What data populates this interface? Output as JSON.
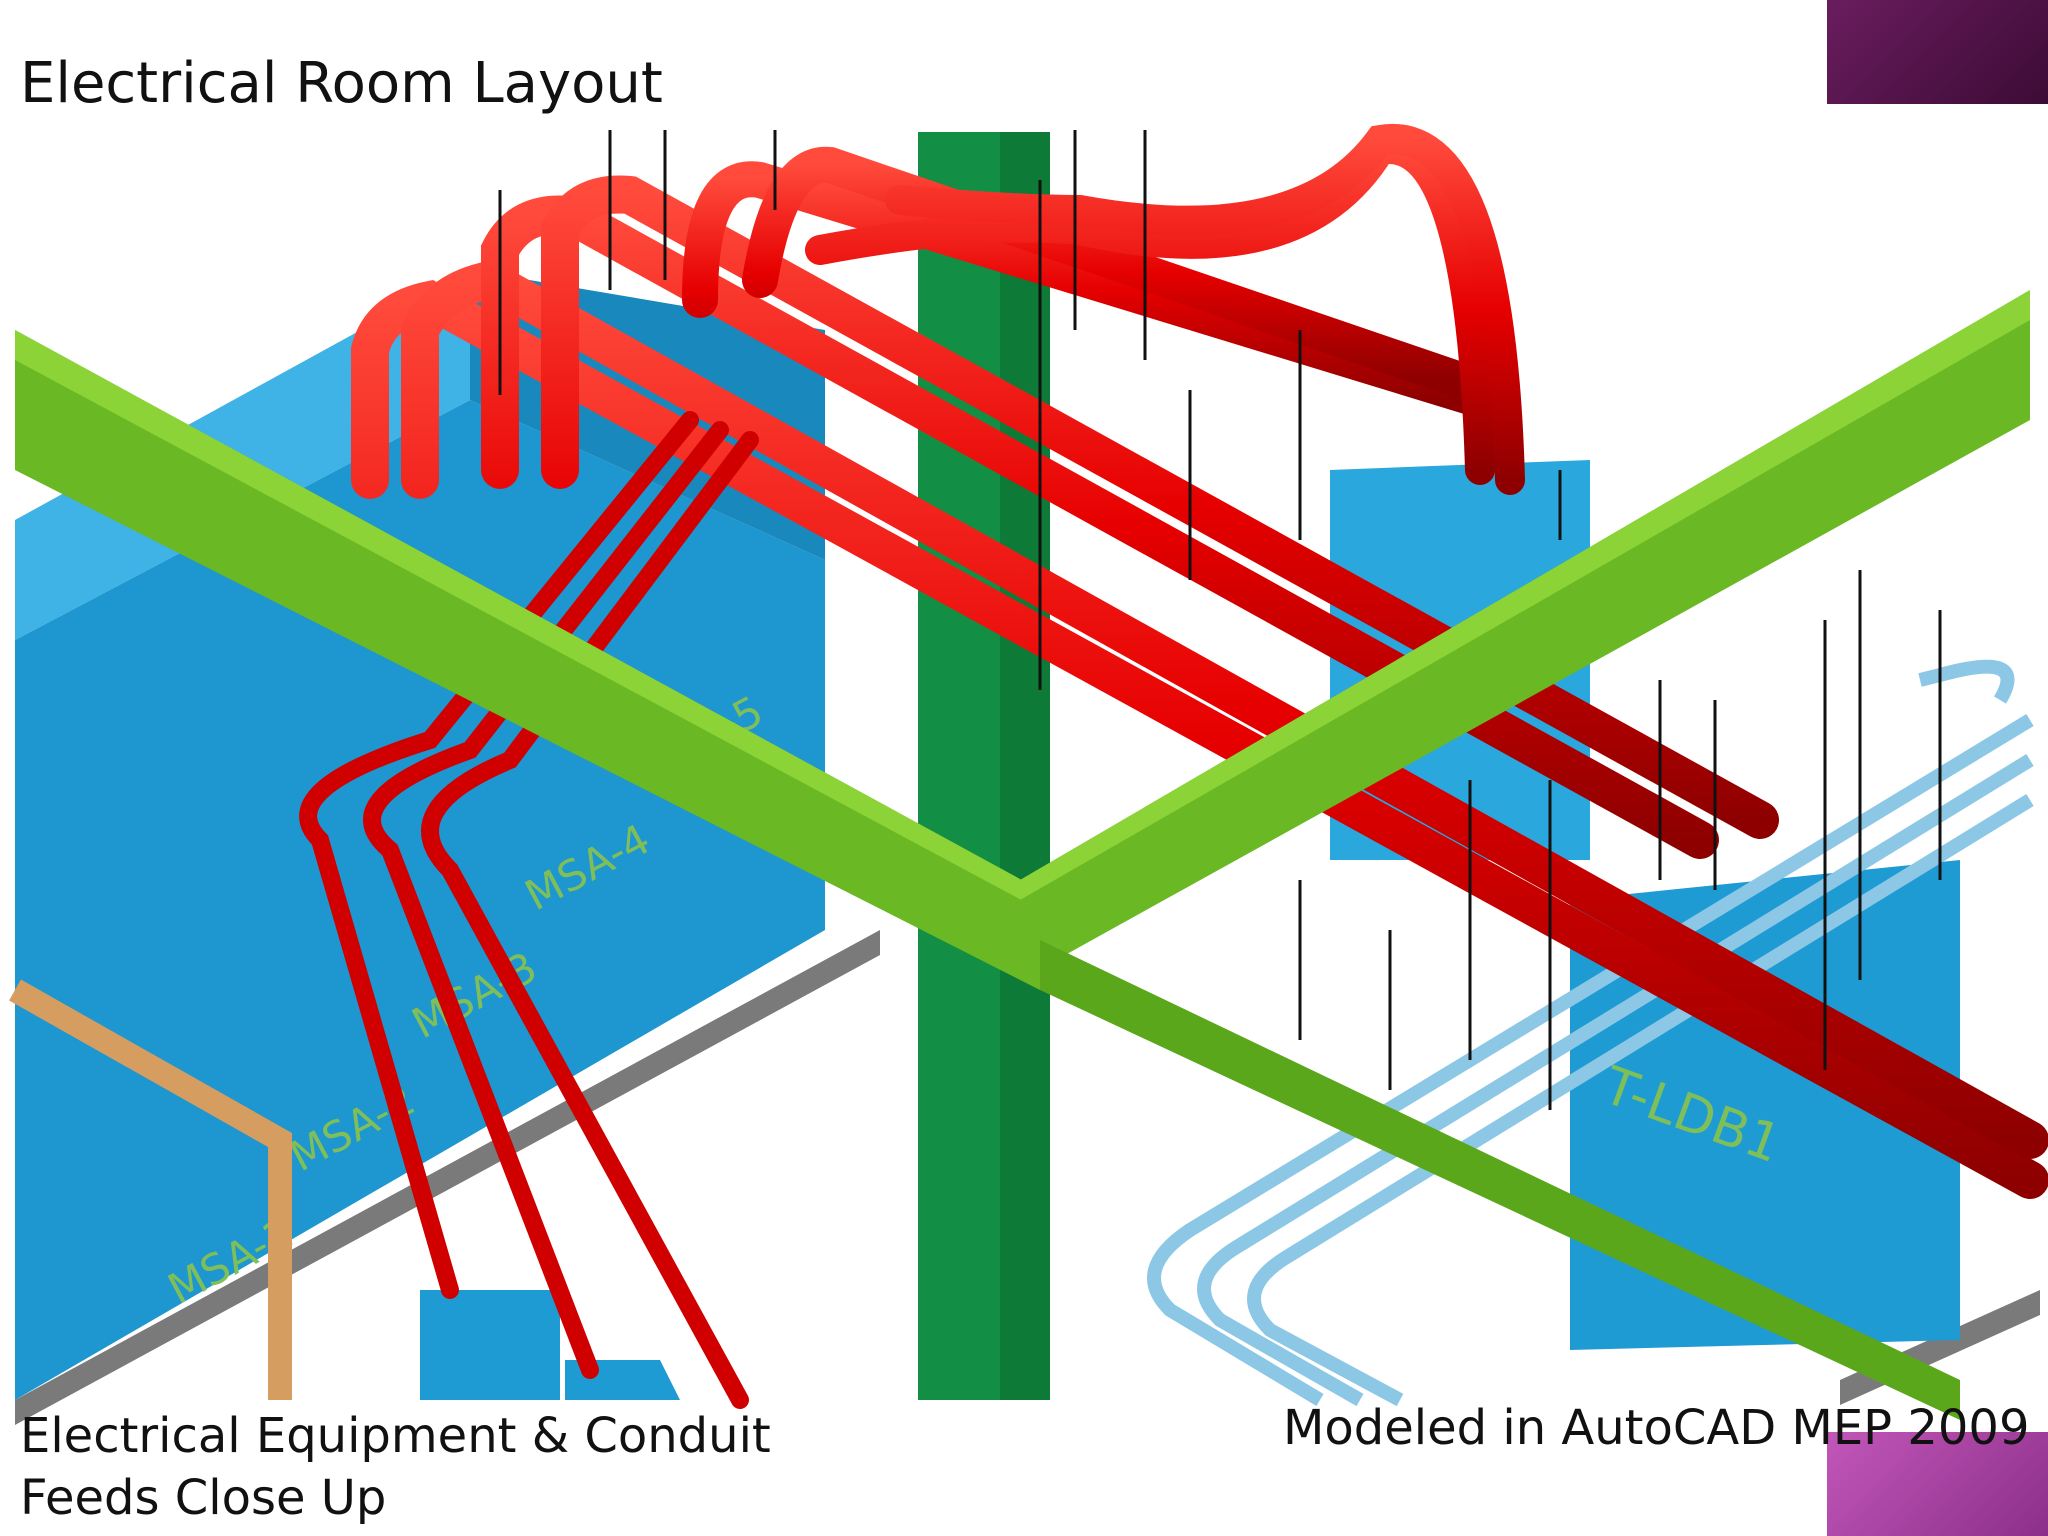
{
  "slide": {
    "title": "Electrical Room Layout",
    "caption_left_line1": "Electrical Equipment & Conduit",
    "caption_left_line2": "Feeds Close Up",
    "caption_right": "Modeled in AutoCAD MEP 2009"
  },
  "model_labels": {
    "msa1": "MSA-1",
    "msa2": "MSA-2",
    "msa3": "MSA-3",
    "msa4": "MSA-4",
    "msa5": "MSA-5",
    "tldb1": "T-LDB1"
  },
  "colors": {
    "accent_top": "#5a1650",
    "accent_bottom": "#b04aa8",
    "conduit": "#e60000",
    "beam": "#66b21f",
    "column": "#139a4c",
    "equipment": "#1e9bd3",
    "small_conduit": "#8cc8e6"
  }
}
